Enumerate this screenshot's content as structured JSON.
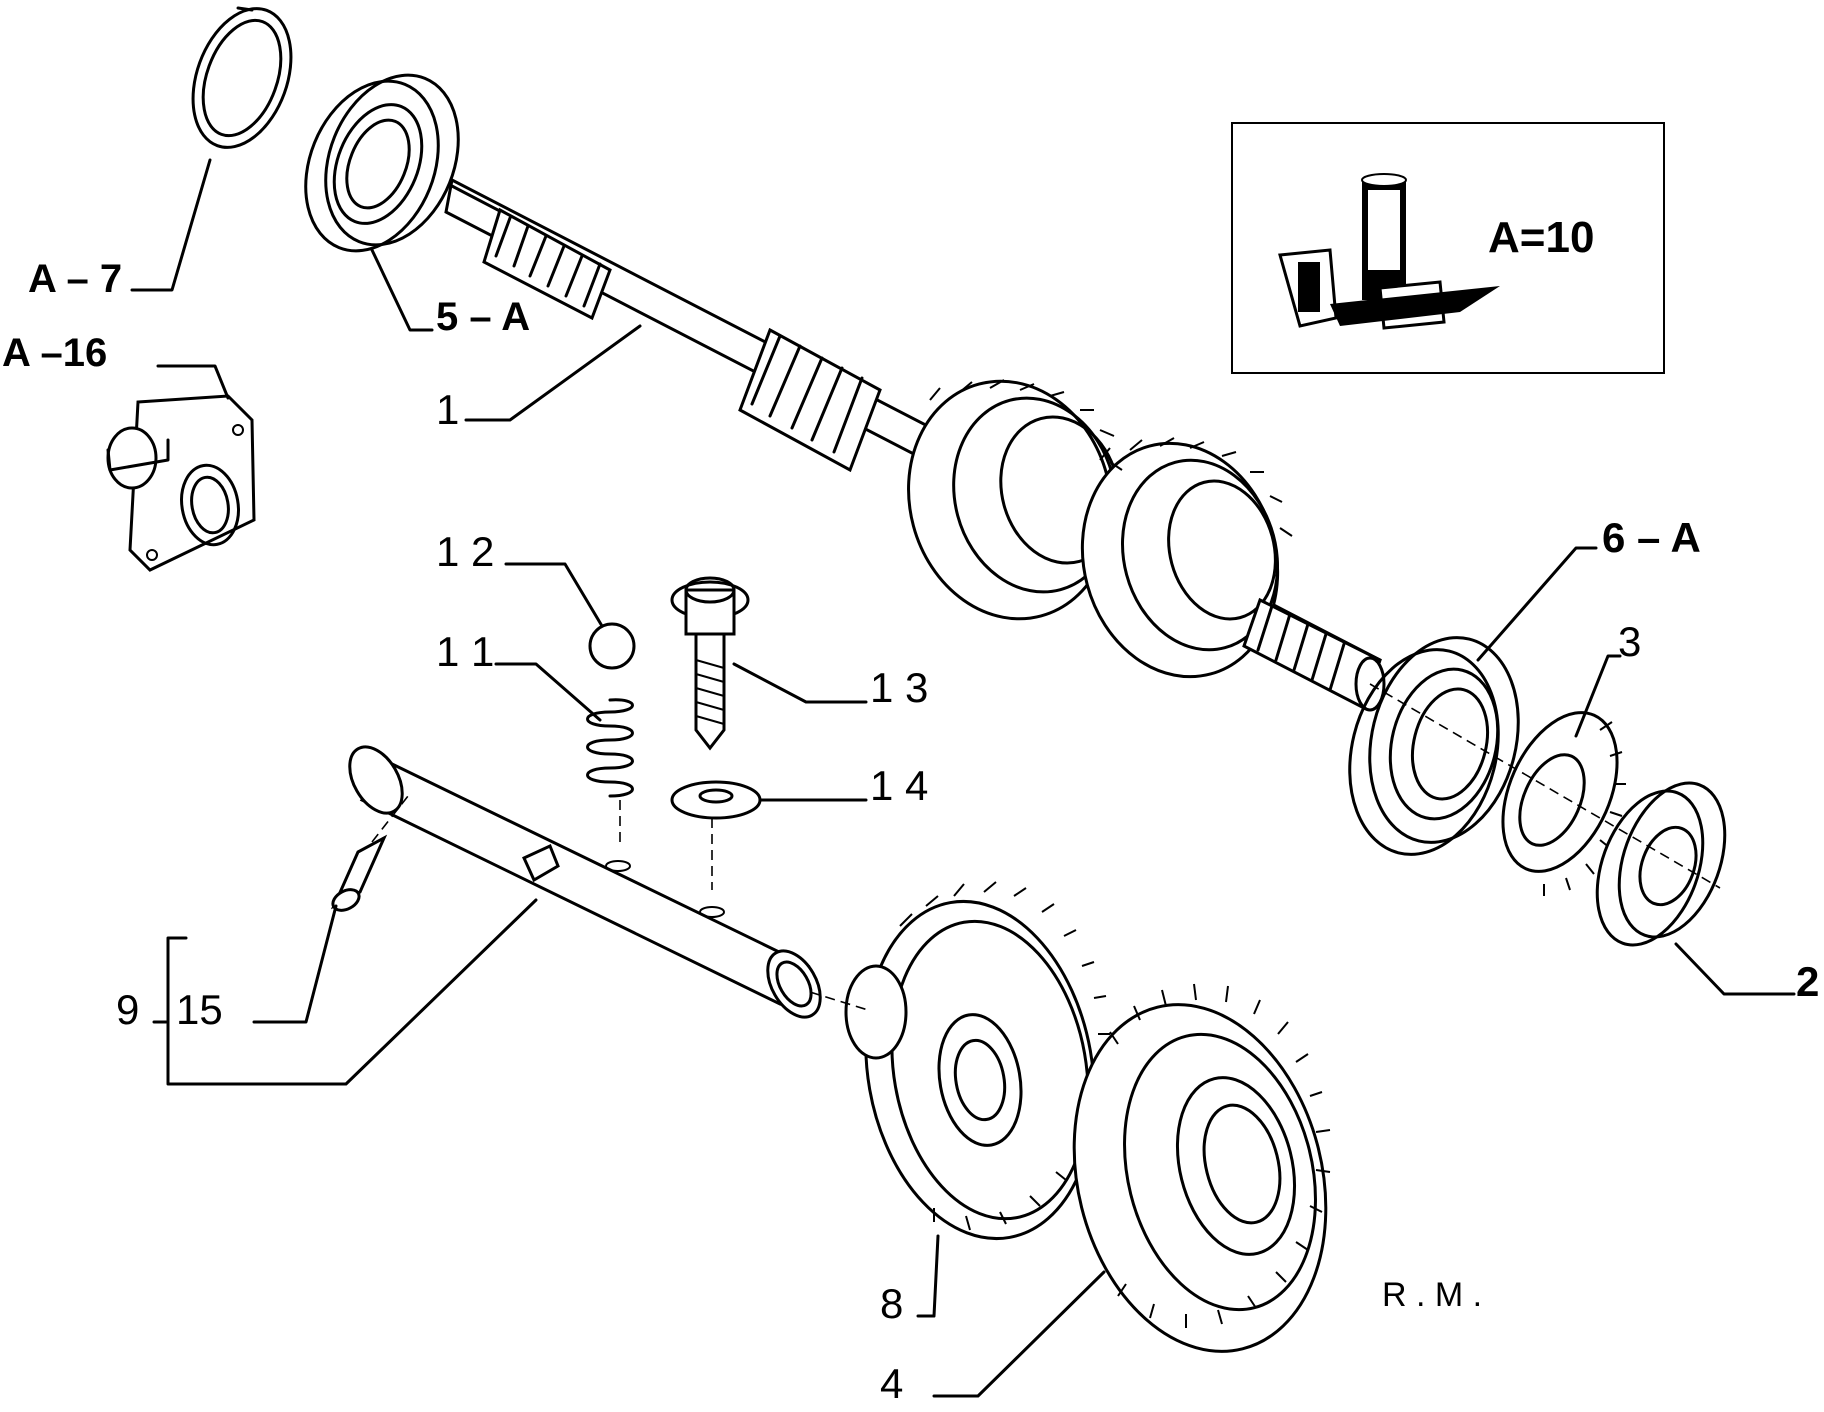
{
  "callouts": {
    "a7": "A – 7",
    "a16": "A –16",
    "p5a": "5 – A",
    "p1": "1",
    "p12": "1 2",
    "p11": "1 1",
    "p13": "1 3",
    "p14": "1 4",
    "p6a": "6 – A",
    "p3": "3",
    "p2": "2",
    "p9": "9",
    "p15": "15",
    "p8": "8",
    "p4": "4"
  },
  "legend": {
    "quantity": "A=10"
  },
  "footer": {
    "initials": "R . M ."
  }
}
